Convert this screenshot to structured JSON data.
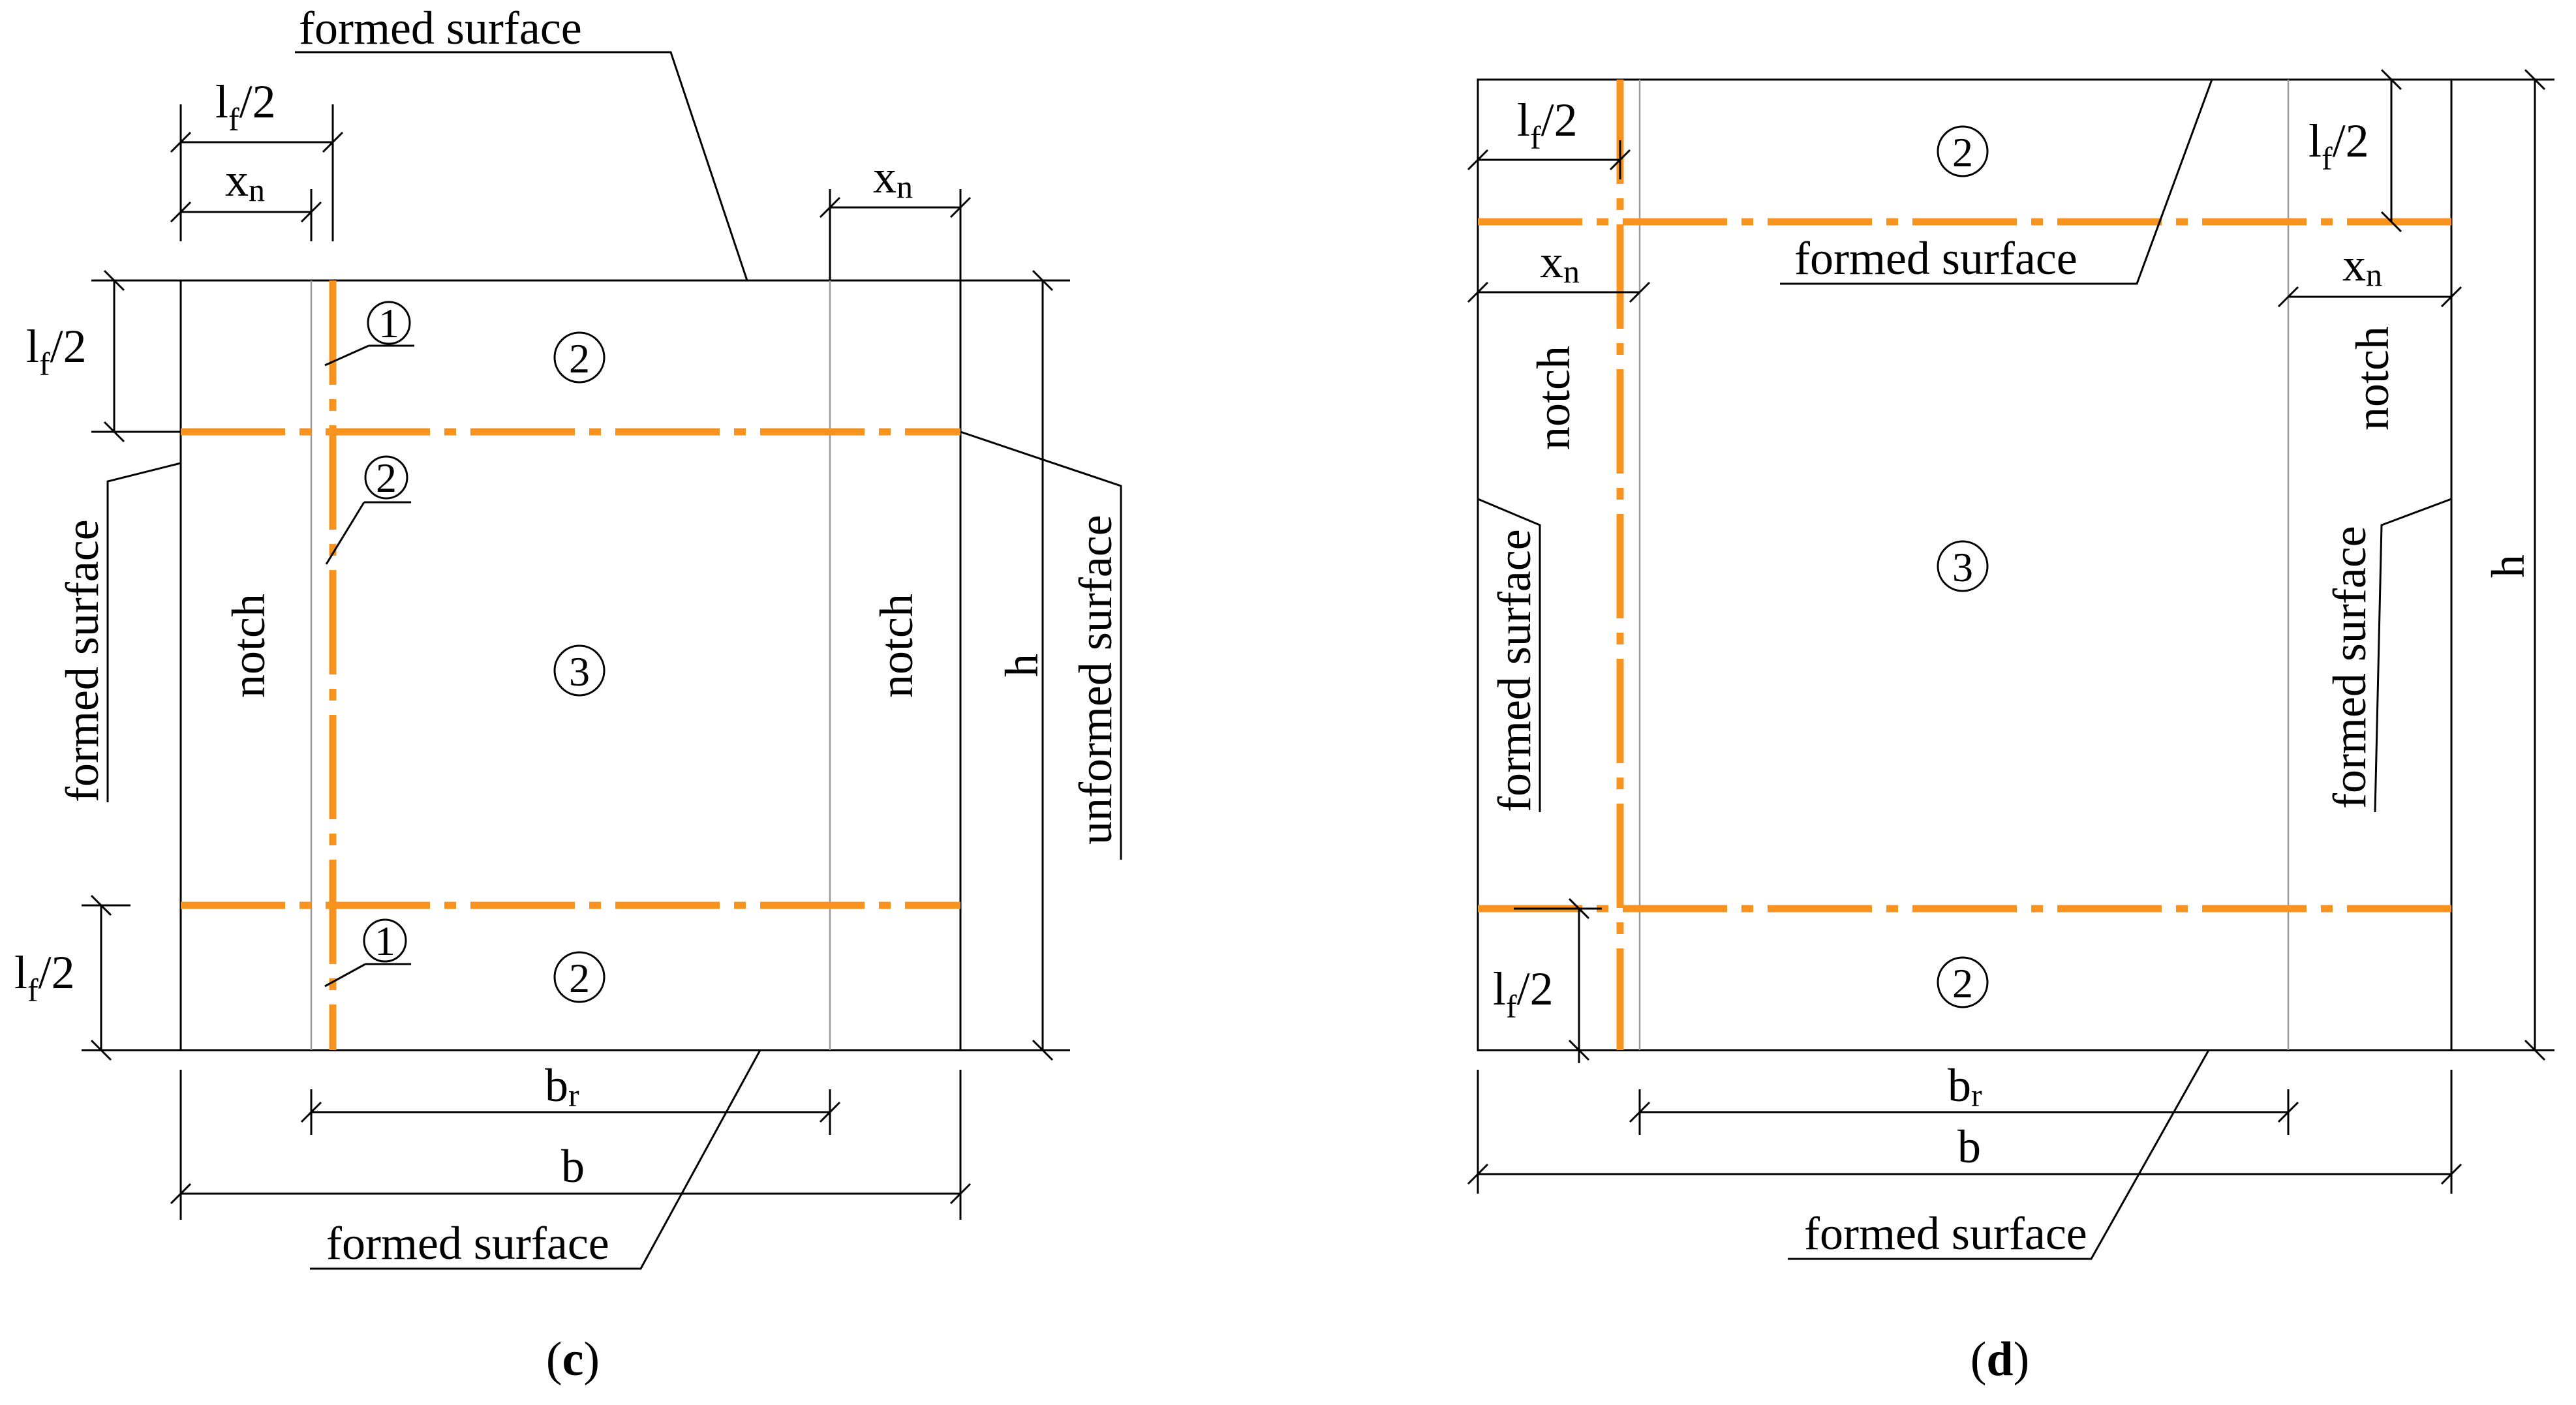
{
  "colors": {
    "crack_line": "#f7931e",
    "line": "#000000",
    "member_line": "#9a9a9a"
  },
  "panel_c": {
    "caption_open": "(",
    "caption_letter": "c",
    "caption_close": ")",
    "labels": {
      "formed_top": "formed surface",
      "formed_left": "formed surface",
      "formed_bottom": "formed surface",
      "unformed_right": "unformed surface",
      "notch_left": "notch",
      "notch_right": "notch"
    },
    "dims": {
      "lf_main": "l",
      "lf_sub": "f",
      "lf_tail": "/2",
      "xn_main": "x",
      "xn_sub": "n",
      "br_main": "b",
      "br_sub": "r",
      "b": "b",
      "h": "h"
    },
    "zones": {
      "z1a": "1",
      "z2a": "2",
      "z2b": "2",
      "z3": "3",
      "z1b": "1",
      "z2c": "2"
    }
  },
  "panel_d": {
    "caption_open": "(",
    "caption_letter": "d",
    "caption_close": ")",
    "labels": {
      "formed_top": "formed surface",
      "formed_left": "formed surface",
      "formed_right": "formed surface",
      "formed_bottom": "formed surface",
      "notch_left": "notch",
      "notch_right": "notch"
    },
    "dims": {
      "lf_main": "l",
      "lf_sub": "f",
      "lf_tail": "/2",
      "xn_main": "x",
      "xn_sub": "n",
      "br_main": "b",
      "br_sub": "r",
      "b": "b",
      "h": "h"
    },
    "zones": {
      "z2a": "2",
      "z3": "3",
      "z2b": "2"
    }
  }
}
